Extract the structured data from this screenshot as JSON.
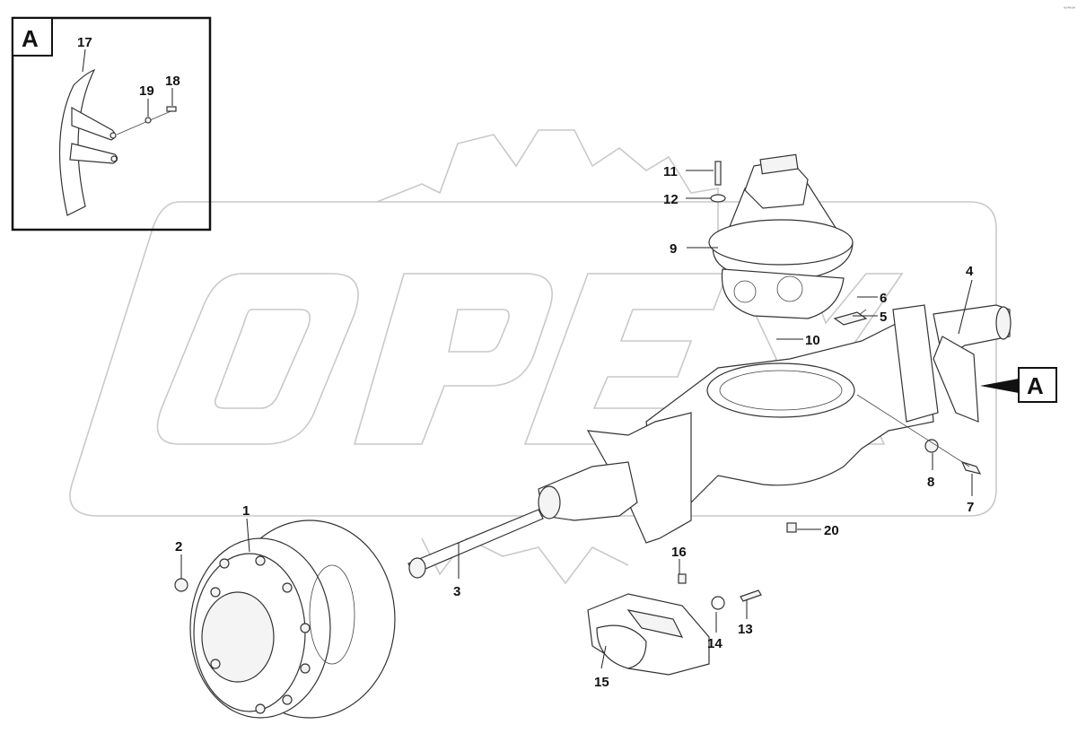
{
  "corner_code": "°°'°°°",
  "detail_label": "A",
  "view_marker_label": "A",
  "watermark_text": "OPEX",
  "callouts": [
    {
      "n": "1"
    },
    {
      "n": "2"
    },
    {
      "n": "3"
    },
    {
      "n": "4"
    },
    {
      "n": "5"
    },
    {
      "n": "6"
    },
    {
      "n": "7"
    },
    {
      "n": "8"
    },
    {
      "n": "9"
    },
    {
      "n": "10"
    },
    {
      "n": "11"
    },
    {
      "n": "12"
    },
    {
      "n": "13"
    },
    {
      "n": "14"
    },
    {
      "n": "15"
    },
    {
      "n": "16"
    },
    {
      "n": "17"
    },
    {
      "n": "18"
    },
    {
      "n": "19"
    },
    {
      "n": "20"
    }
  ]
}
